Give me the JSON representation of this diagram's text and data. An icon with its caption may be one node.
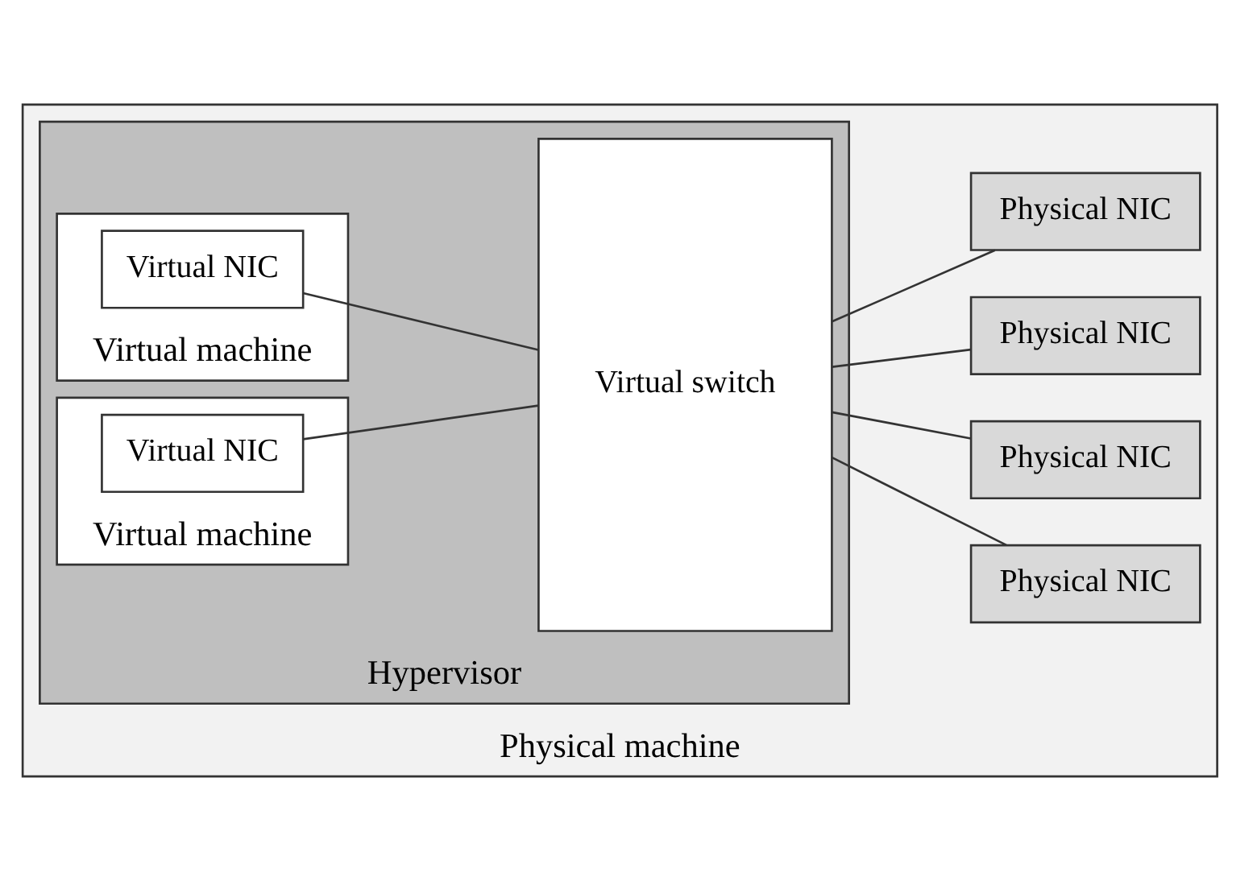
{
  "diagram": {
    "nodes": [
      {
        "text": [
          "Physical machine"
        ]
      },
      {
        "text": [
          "Hypervisor"
        ],
        "in": 0
      },
      {
        "text": [
          "Virtual machine"
        ],
        "in": 1
      },
      {
        "text": [
          "Virtual NIC"
        ],
        "in": 2
      },
      {
        "text": [
          "Virtual machine"
        ],
        "in": 1
      },
      {
        "text": [
          "Virtual NIC"
        ],
        "in": 4
      },
      {
        "text": [
          "Virtual switch"
        ],
        "in": 1
      },
      {
        "text": [
          "Physical NIC"
        ],
        "in": 0
      },
      {
        "text": [
          "Physical NIC"
        ],
        "in": 0
      },
      {
        "text": [
          "Physical NIC"
        ],
        "in": 0
      },
      {
        "text": [
          "Physical NIC"
        ],
        "in": 0
      }
    ],
    "edges": [
      {
        "from": 3,
        "to": 6,
        "arrow": "none"
      },
      {
        "from": 5,
        "to": 6,
        "arrow": "none"
      },
      {
        "from": 6,
        "to": 7,
        "arrow": "none"
      },
      {
        "from": 6,
        "to": 8,
        "arrow": "none"
      },
      {
        "from": 6,
        "to": 9,
        "arrow": "none"
      },
      {
        "from": 6,
        "to": 10,
        "arrow": "none"
      }
    ]
  }
}
